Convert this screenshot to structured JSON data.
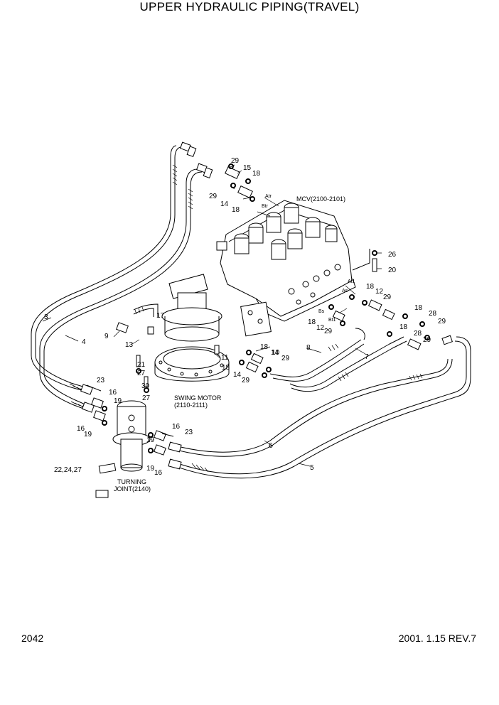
{
  "header": {
    "title": "UPPER HYDRAULIC PIPING(TRAVEL)"
  },
  "footer": {
    "page_number": "2042",
    "revision": "2001. 1.15 REV.7"
  },
  "components": {
    "mcv": "MCV(2100-2101)",
    "swing_motor_line1": "SWING MOTOR",
    "swing_motor_line2": "(2110-2111)",
    "turning_joint_line1": "TURNING",
    "turning_joint_line2": "JOINT(2140)"
  },
  "ports": {
    "atr": "Atr",
    "btr": "Btr",
    "at1": "At1",
    "as": "As",
    "bs": "Bs",
    "bt1": "Bt1"
  },
  "callouts": {
    "c29a": "29",
    "c15": "15",
    "c18a": "18",
    "c29b": "29",
    "c14a": "14",
    "c18b": "18",
    "c26": "26",
    "c20": "20",
    "c18c": "18",
    "c12a": "12",
    "c29c": "29",
    "c18d": "18",
    "c28a": "28",
    "c29d": "29",
    "c18e": "18",
    "c12b": "12",
    "c29e": "29",
    "c18f": "18",
    "c28b": "28",
    "c29f": "29",
    "c3": "3",
    "c4": "4",
    "c9": "9",
    "c13": "13",
    "c17": "17",
    "c18g": "18",
    "c14b": "14",
    "c11": "11",
    "c10": "10",
    "c29g": "29",
    "c18h": "18",
    "c14c": "14",
    "c29h": "29",
    "c8": "8",
    "c7": "7",
    "c21": "21",
    "c27a": "27",
    "c30": "30",
    "c23a": "23",
    "c16a": "16",
    "c19a": "19",
    "c27b": "27",
    "c16b": "16",
    "c19b": "19",
    "c19c": "19",
    "c16c": "16",
    "c23b": "23",
    "c19d": "19",
    "c16d": "16",
    "c6": "6",
    "c5": "5",
    "c22": "22,24,27"
  }
}
